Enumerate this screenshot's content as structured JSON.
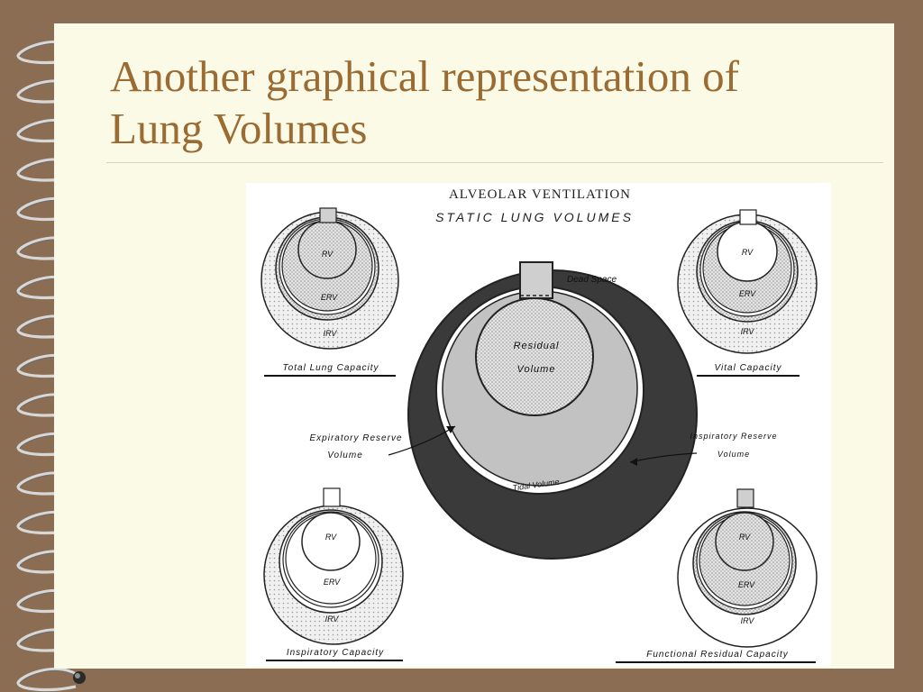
{
  "slide": {
    "title_line1": "Another graphical representation of",
    "title_line2": "Lung Volumes"
  },
  "diagram": {
    "heading": "ALVEOLAR VENTILATION",
    "subheading": "STATIC LUNG VOLUMES",
    "center": {
      "dead_space": "Dead Space",
      "residual_line1": "Residual",
      "residual_line2": "Volume",
      "erv_line1": "Expiratory Reserve",
      "erv_line2": "Volume",
      "irv_line1": "Inspiratory Reserve",
      "irv_line2": "Volume",
      "tidal": "Tidal Volume"
    },
    "panels": [
      {
        "caption": "Total Lung Capacity",
        "rv": "RV",
        "erv": "ERV",
        "irv": "IRV"
      },
      {
        "caption": "Vital Capacity",
        "rv": "RV",
        "erv": "ERV",
        "irv": "IRV"
      },
      {
        "caption": "Inspiratory Capacity",
        "rv": "RV",
        "erv": "ERV",
        "irv": "IRV"
      },
      {
        "caption": "Functional Residual Capacity",
        "rv": "RV",
        "erv": "ERV",
        "irv": "IRV"
      }
    ]
  },
  "colors": {
    "background": "#8a6d52",
    "page": "#fbfae6",
    "title": "#9a6b32",
    "dark_irv": "#3b3b3b",
    "erv_gray": "#bdbdbd",
    "stipple": "#d4d4d4"
  }
}
